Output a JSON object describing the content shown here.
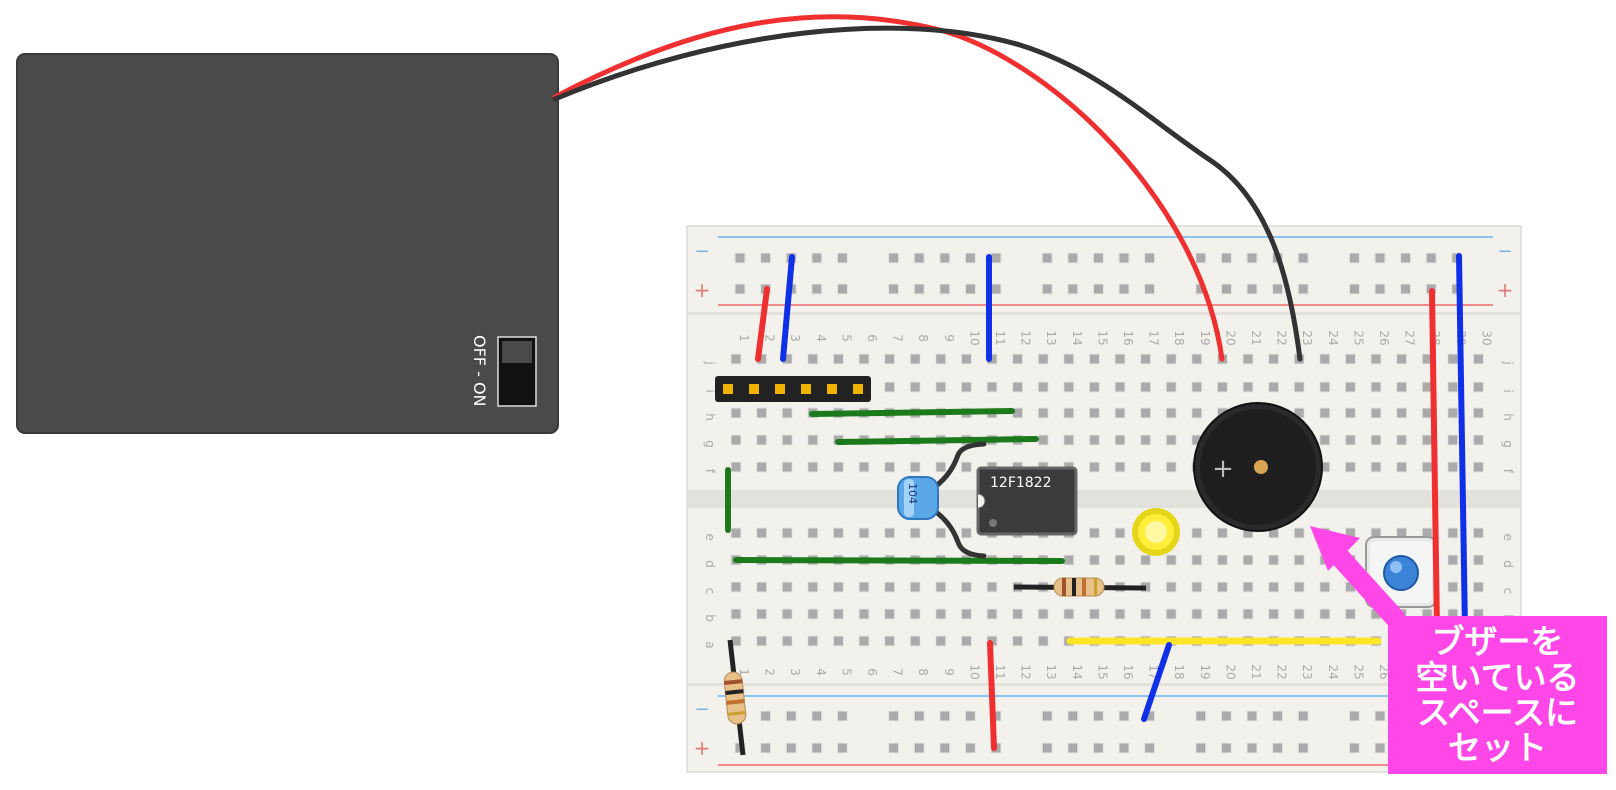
{
  "battery": {
    "switch_label": "OFF - ON"
  },
  "breadboard": {
    "column_numbers": [
      "1",
      "2",
      "3",
      "4",
      "5",
      "6",
      "7",
      "8",
      "9",
      "10",
      "11",
      "12",
      "13",
      "14",
      "15",
      "16",
      "17",
      "18",
      "19",
      "20",
      "21",
      "22",
      "23",
      "24",
      "25",
      "26",
      "27",
      "28",
      "29",
      "30"
    ],
    "row_letters_top": [
      "j",
      "i",
      "h",
      "g",
      "f"
    ],
    "row_letters_bottom": [
      "e",
      "d",
      "c",
      "b",
      "a"
    ],
    "rail_minus": "−",
    "rail_plus": "+"
  },
  "ic": {
    "label": "12F1822"
  },
  "capacitor": {
    "label": "104"
  },
  "buzzer": {
    "plus_mark": "+"
  },
  "callout": {
    "lines": [
      "ブザーを",
      "空いている",
      "スペースに",
      "セット"
    ]
  },
  "colors": {
    "battery_box": "#4a4a4a",
    "board": "#f3f1ec",
    "wire_red": "#f03030",
    "wire_blue": "#1030e8",
    "wire_green": "#1c7a1c",
    "wire_yellow": "#ffe52a",
    "wire_black": "#333333",
    "callout_bg": "#ff47e8",
    "rail_blue": "#8cc4ee",
    "rail_red": "#ee8c8c"
  }
}
